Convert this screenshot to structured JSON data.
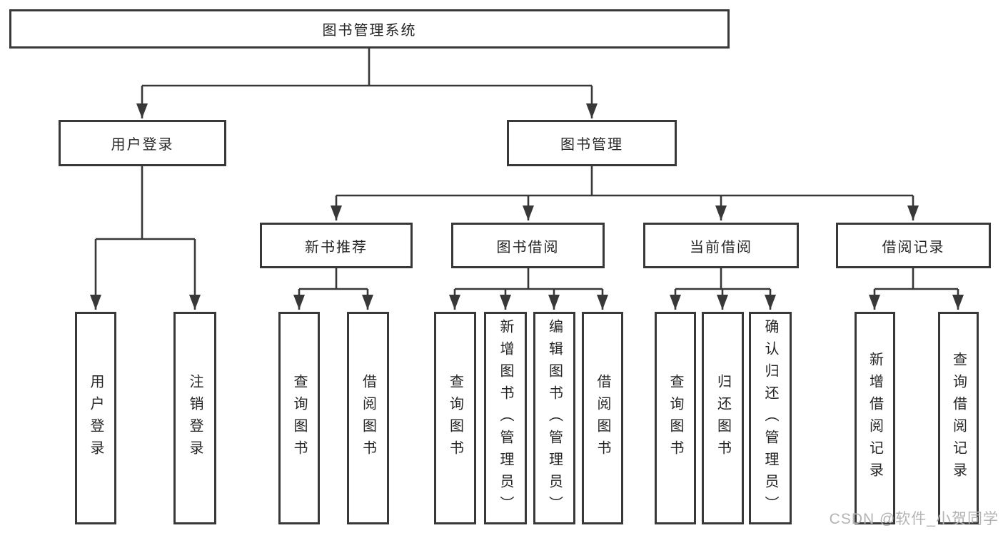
{
  "tree": {
    "label": "图书管理系统",
    "children": [
      {
        "label": "用户登录",
        "children": [
          {
            "label": "用户登录"
          },
          {
            "label": "注销登录"
          }
        ]
      },
      {
        "label": "图书管理",
        "children": [
          {
            "label": "新书推荐",
            "children": [
              {
                "label": "查询图书"
              },
              {
                "label": "借阅图书"
              }
            ]
          },
          {
            "label": "图书借阅",
            "children": [
              {
                "label": "查询图书"
              },
              {
                "label": "新增图书（管理员）"
              },
              {
                "label": "编辑图书（管理员）"
              },
              {
                "label": "借阅图书"
              }
            ]
          },
          {
            "label": "当前借阅",
            "children": [
              {
                "label": "查询图书"
              },
              {
                "label": "归还图书"
              },
              {
                "label": "确认归还（管理员）"
              }
            ]
          },
          {
            "label": "借阅记录",
            "children": [
              {
                "label": "新增借阅记录"
              },
              {
                "label": "查询借阅记录"
              }
            ]
          }
        ]
      }
    ]
  },
  "watermark": "CSDN @软件_小贺同学",
  "colors": {
    "line": "#383838",
    "text": "#262626",
    "watermark": "#b3b3b3",
    "background": "#ffffff"
  }
}
